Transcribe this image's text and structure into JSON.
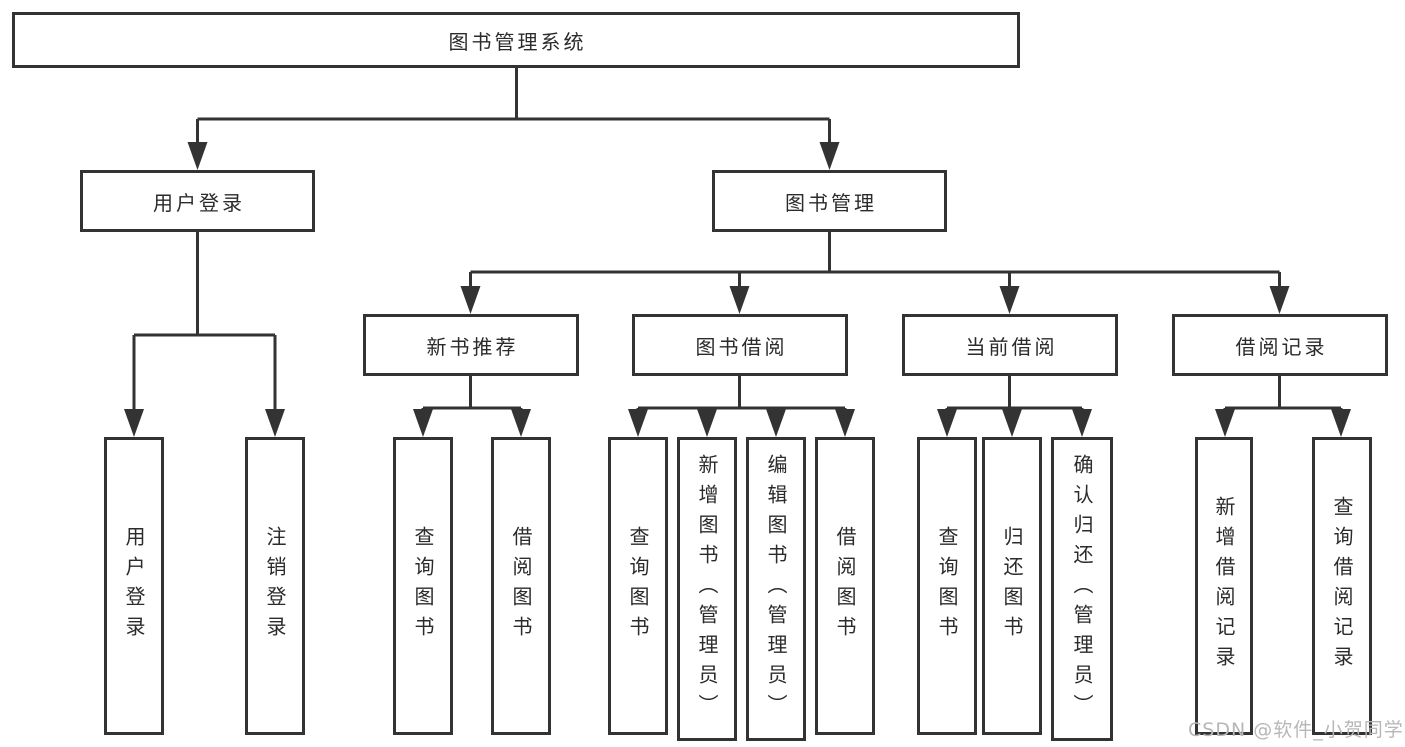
{
  "diagram": {
    "title_node": {
      "label": "图书管理系统"
    },
    "level2": [
      {
        "label": "用户登录"
      },
      {
        "label": "图书管理"
      }
    ],
    "level3": [
      {
        "label": "新书推荐"
      },
      {
        "label": "图书借阅"
      },
      {
        "label": "当前借阅"
      },
      {
        "label": "借阅记录"
      }
    ],
    "leaves": [
      {
        "label": "用户登录",
        "parent": "用户登录"
      },
      {
        "label": "注销登录",
        "parent": "用户登录"
      },
      {
        "label": "查询图书",
        "parent": "新书推荐"
      },
      {
        "label": "借阅图书",
        "parent": "新书推荐"
      },
      {
        "label": "查询图书",
        "parent": "图书借阅"
      },
      {
        "label": "新增图书（管理员）",
        "parent": "图书借阅"
      },
      {
        "label": "编辑图书（管理员）",
        "parent": "图书借阅"
      },
      {
        "label": "借阅图书",
        "parent": "图书借阅"
      },
      {
        "label": "查询图书",
        "parent": "当前借阅"
      },
      {
        "label": "归还图书",
        "parent": "当前借阅"
      },
      {
        "label": "确认归还（管理员）",
        "parent": "当前借阅"
      },
      {
        "label": "新增借阅记录",
        "parent": "借阅记录"
      },
      {
        "label": "查询借阅记录",
        "parent": "借阅记录"
      }
    ],
    "colors": {
      "line": "#333333",
      "box_border": "#333333",
      "text": "#2b2b2b",
      "background": "#ffffff",
      "watermark": "#b7b7b7"
    }
  },
  "watermark": {
    "text": "CSDN @软件_小贺同学"
  }
}
